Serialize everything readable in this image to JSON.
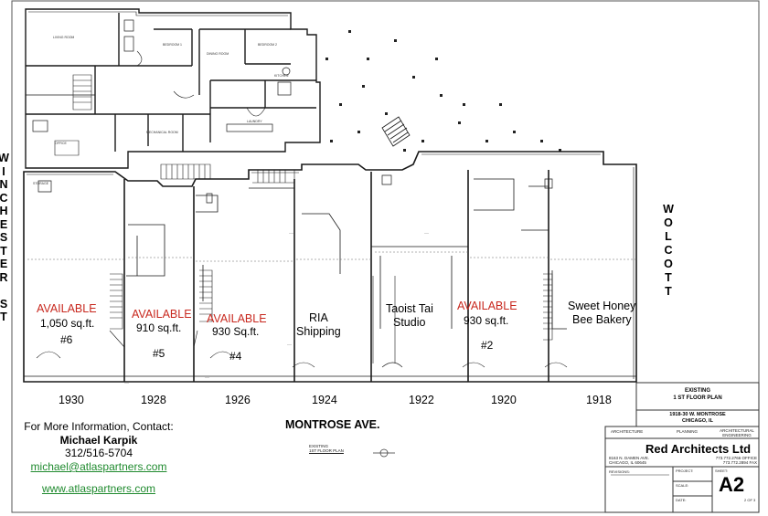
{
  "streets": {
    "west": "WINCHESTER ST",
    "west_letters": [
      "W",
      "I",
      "N",
      "C",
      "H",
      "E",
      "S",
      "T",
      "E",
      "R",
      "",
      "S",
      "T"
    ],
    "east": "WOLCOTT",
    "east_letters": [
      "W",
      "O",
      "L",
      "C",
      "O",
      "T",
      "T"
    ],
    "south": "MONTROSE AVE."
  },
  "units": [
    {
      "status": "AVAILABLE",
      "area": "1,050 sq.ft.",
      "unit": "#6",
      "address": "1930"
    },
    {
      "status": "AVAILABLE",
      "area": "910 sq.ft.",
      "unit": "#5",
      "address": "1928"
    },
    {
      "status": "AVAILABLE",
      "area": "930 Sq.ft.",
      "unit": "#4",
      "address": "1926"
    },
    {
      "tenant_line1": "RIA",
      "tenant_line2": "Shipping",
      "address": "1924"
    },
    {
      "tenant_line1": "Taoist Tai",
      "tenant_line2": "Studio",
      "address": "1922"
    },
    {
      "status": "AVAILABLE",
      "area": "930 sq.ft.",
      "unit": "#2",
      "address": "1920"
    },
    {
      "tenant_line1": "Sweet Honey",
      "tenant_line2": "Bee Bakery",
      "address": "1918"
    }
  ],
  "contact": {
    "line1": "For More Information, Contact:",
    "name": "Michael Karpik",
    "phone": "312/516-5704",
    "email": "michael@atlaspartners.com",
    "website": "www.atlaspartners.com"
  },
  "title_block": {
    "sheet_title_1": "EXISTING",
    "sheet_title_2": "1 ST FLOOR PLAN",
    "address_1": "1918-30 W. MONTROSE",
    "address_2": "CHICAGO, IL",
    "disciplines": [
      "ARCHITECTURE",
      "PLANNING",
      "ARCHITECTURAL ENGINEERING"
    ],
    "firm": "Red Architects Ltd",
    "firm_addr_1": "8163 N. DAMEN AVE.",
    "firm_addr_2": "CHICAGO, IL  60645",
    "phone_1": "773.772.2766  OFFICE",
    "phone_2": "773.772.2894  FAX",
    "fields": [
      "REVISIONS:",
      "PROJECT:",
      "SCALE:",
      "DATE:",
      "SHEET:"
    ],
    "sheet_number": "A2",
    "sheet_of": "2 OF 3"
  },
  "plan_caption": {
    "line1": "EXISTING",
    "line2": "1ST FLOOR PLAN"
  },
  "room_labels": [
    "LIVING ROOM",
    "BEDROOM 1",
    "BEDROOM 2",
    "DINING ROOM",
    "KITCHEN",
    "LAUNDRY",
    "OFFICE",
    "MECHANICAL ROOM",
    "STORAGE"
  ],
  "colors": {
    "available": "#c8281e",
    "link": "#1f8a2e",
    "line": "#1a1a1a"
  }
}
